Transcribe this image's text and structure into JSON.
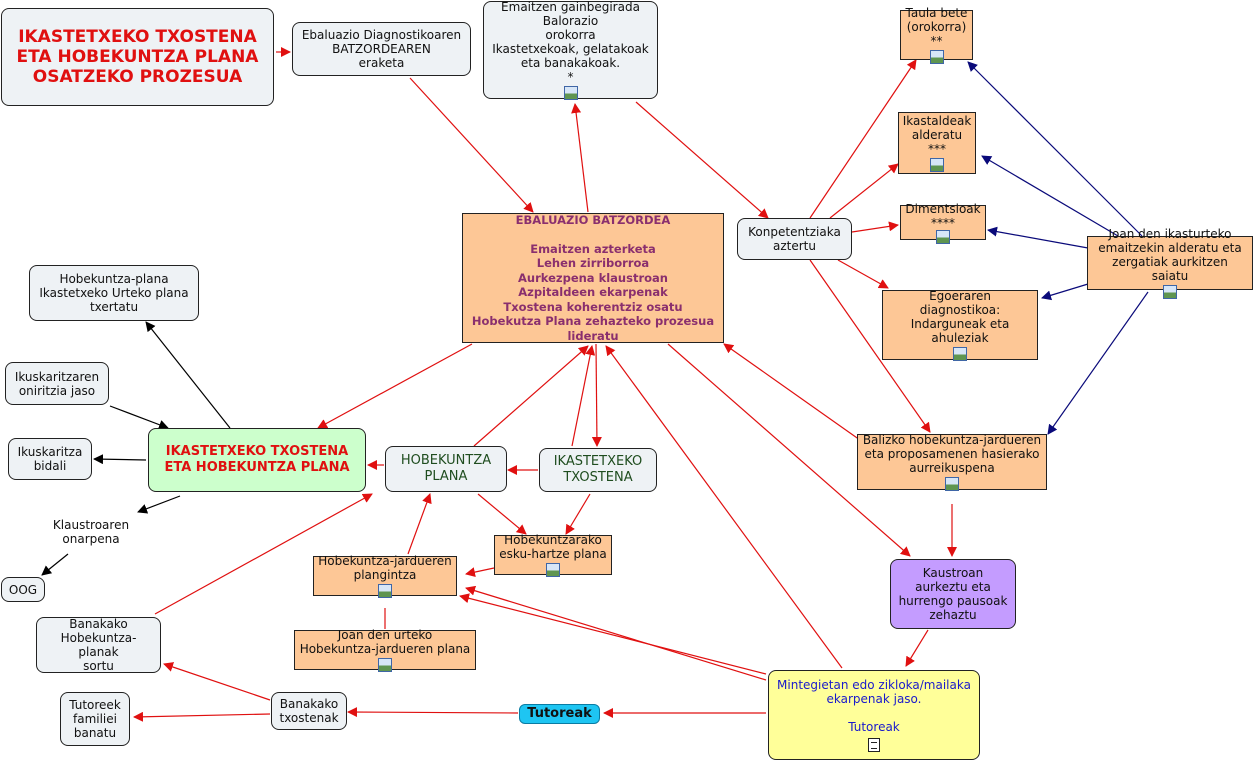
{
  "colors": {
    "red_arrow": "#e01010",
    "blue_arrow": "#0a0a7a",
    "black_arrow": "#000000",
    "orange_box": "#fdc796",
    "light_box": "#eef2f5",
    "green_box": "#ccffcc",
    "yellow_box": "#ffff99",
    "purple_box": "#c49cff"
  },
  "nodes": {
    "main_title": "IKASTETXEKO TXOSTENA\nETA HOBEKUNTZA PLANA\nOSATZEKO PROZESUA",
    "batzorde_eraketa": "Ebaluazio Diagnostikoaren\nBATZORDEAREN\neraketa",
    "emaitzen_gainbegirada": "Emaitzen gainbegirada\nBalorazio\norokorra\nIkastetxekoak, gelatakoak\neta banakakoak.\n*",
    "taula_bete": "Taula bete\n(orokorra)\n**",
    "ikastaldeak": "Ikastaldeak\nalderatu\n***",
    "dimentsioak": "Dimentsioak\n****",
    "konpetentziak": "Konpetentziaka\naztertu",
    "joan_den_ikasturtea": "Joan den ikasturteko\nemaitzekin alderatu eta\nzergatiak aurkitzen saiatu",
    "egoeraren_diagnostikoa": "Egoeraren diagnostikoa:\nIndarguneak eta\nahuleziak",
    "ebaluazio_batzordea": "EBALUAZIO BATZORDEA\n\nEmaitzen azterketa\nLehen zirriborroa\nAurkezpena klaustroan\nAzpitaldeen ekarpenak\nTxostena koherentziz osatu\nHobekutza Plana zehazteko prozesua\nlideratu",
    "urteko_plana": "Hobekuntza-plana\nIkastetxeko Urteko plana\ntxertatu",
    "ikuskaritza_oniritzia": "Ikuskaritzaren\noniritzia jaso",
    "ikuskaritza_bidali": "Ikuskaritza\nbidali",
    "txosten_plana": "IKASTETXEKO TXOSTENA\nETA HOBEKUNTZA PLANA",
    "hobekuntza_plana": "HOBEKUNTZA\nPLANA",
    "ikastetxeko_txostena": "IKASTETXEKO\nTXOSTENA",
    "balizko_hobekuntza": "Balizko hobekuntza-jardueren\neta proposamenen  hasierako\naurreikuspena",
    "klaustro_onarpena": "Klaustroaren\nonarpena",
    "oog": "OOG",
    "esku_hartze": "Hobekuntzarako\nesku-hartze plana",
    "plangintza": "Hobekuntza-jardueren\nplangintza",
    "kaustroan": "Kaustroan\naurkeztu eta\nhurrengo pausoak\nzehaztu",
    "banakako_planak": "Banakako\nHobekuntza-planak\nsortu",
    "joan_den_urteko": "Joan den urteko\nHobekuntza-jardueren plana",
    "mintegietan": "Mintegietan edo zikloka/mailaka\nekarpenak jaso.\n\nTutoreak",
    "tutoreek_familiei": "Tutoreek\nfamiliei\nbanatu",
    "banakako_txostenak": "Banakako\ntxostenak",
    "tutoreak": "Tutoreak"
  },
  "icons": {
    "image": "image-icon",
    "note": "note-icon"
  }
}
